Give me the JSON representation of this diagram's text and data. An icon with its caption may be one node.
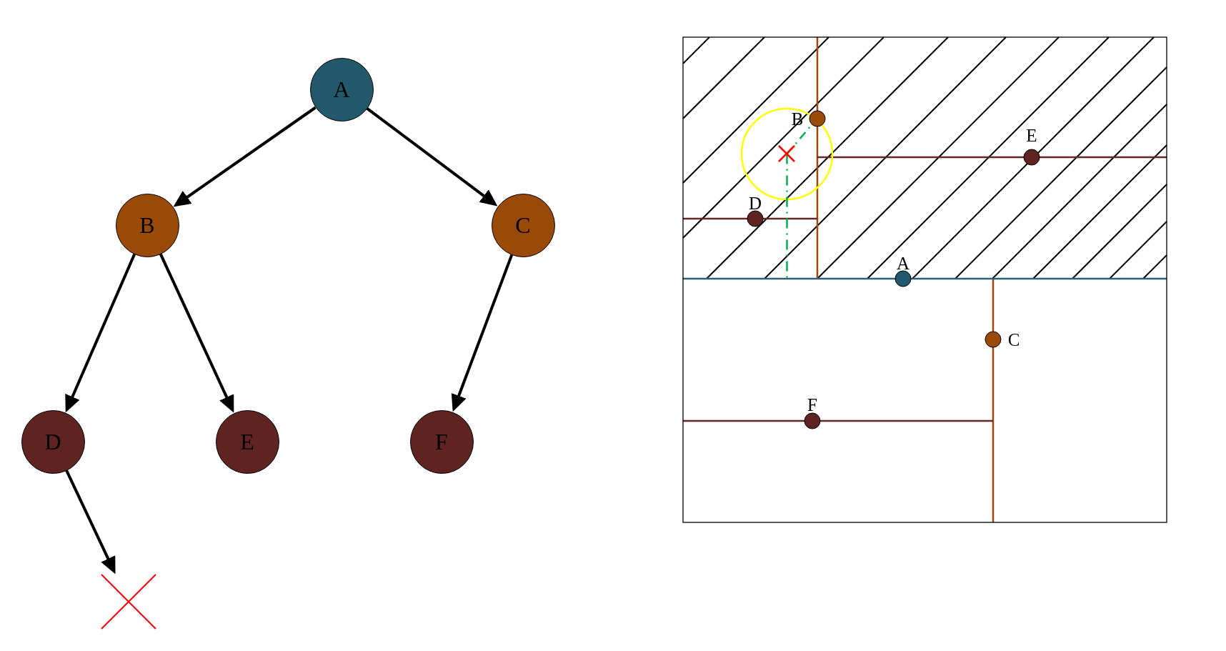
{
  "diagram": {
    "nodes": [
      {
        "text": [
          "A"
        ]
      },
      {
        "text": [
          "B"
        ]
      },
      {
        "text": [
          "C"
        ]
      },
      {
        "text": [
          "D"
        ]
      },
      {
        "text": [
          "E"
        ]
      },
      {
        "text": [
          "F"
        ]
      },
      {
        "text": [],
        "shape": "cross"
      }
    ],
    "edges": [
      {
        "from": 0,
        "to": 1,
        "arrow": "to"
      },
      {
        "from": 0,
        "to": 2,
        "arrow": "to"
      },
      {
        "from": 1,
        "to": 3,
        "arrow": "to"
      },
      {
        "from": 1,
        "to": 4,
        "arrow": "to"
      },
      {
        "from": 2,
        "to": 5,
        "arrow": "to"
      },
      {
        "from": 3,
        "to": 6,
        "arrow": "to"
      }
    ],
    "labels": [
      "B",
      "E",
      "D",
      "A",
      "C",
      "F"
    ]
  }
}
